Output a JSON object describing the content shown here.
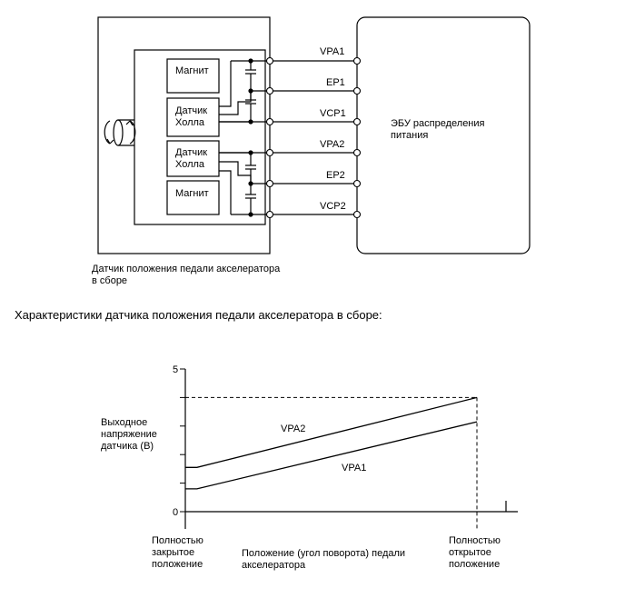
{
  "schematic": {
    "sensor_assembly_label_line1": "Датчик положения педали акселератора",
    "sensor_assembly_label_line2": "в сборе",
    "magnet_top": "Магнит",
    "hall1_line1": "Датчик",
    "hall1_line2": "Холла",
    "hall2_line1": "Датчик",
    "hall2_line2": "Холла",
    "magnet_bottom": "Магнит",
    "signals": [
      "VPA1",
      "EP1",
      "VCP1",
      "VPA2",
      "EP2",
      "VCP2"
    ],
    "ecu_line1": "ЭБУ распределения",
    "ecu_line2": "питания"
  },
  "heading": "Характеристики датчика положения педали акселератора в сборе:",
  "chart_data": {
    "type": "line",
    "y_tick_labels": [
      "5",
      "0"
    ],
    "ylim": [
      0,
      5
    ],
    "ylabel_lines": [
      "Выходное",
      "напряжение",
      "датчика (В)"
    ],
    "xlabel_lines": [
      "Положение (угол поворота) педали",
      "акселератора"
    ],
    "x_start_label_lines": [
      "Полностью",
      "закрытое",
      "положение"
    ],
    "x_end_label_lines": [
      "Полностью",
      "открытое",
      "положение"
    ],
    "x": [
      0,
      0.04,
      1
    ],
    "series": [
      {
        "name": "VPA2",
        "values": [
          1.55,
          1.55,
          4.0
        ]
      },
      {
        "name": "VPA1",
        "values": [
          0.8,
          0.8,
          3.15
        ]
      }
    ],
    "reference_level": 4.0
  }
}
